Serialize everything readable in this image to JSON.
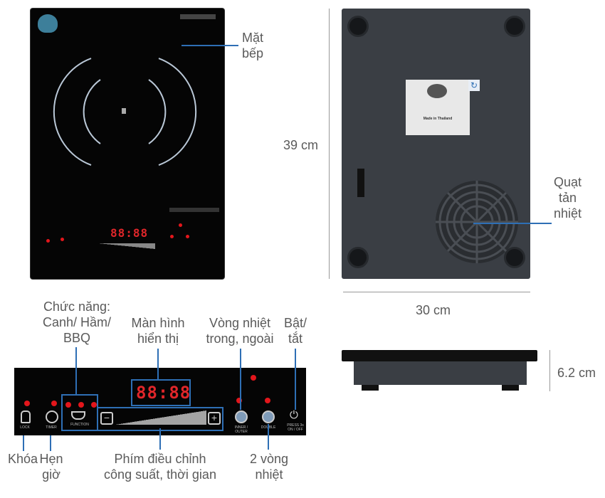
{
  "labels": {
    "cooktop": "Mặt\nbếp",
    "fan": "Quạt\ntản\nnhiệt",
    "function": "Chức năng:\nCanh/ Hầm/\nBBQ",
    "display": "Màn hình\nhiển thị",
    "rings": "Vòng nhiệt\ntrong, ngoài",
    "power": "Bật/\ntắt",
    "lock": "Khóa",
    "timer": "Hẹn\ngiờ",
    "slider": "Phím điều chỉnh\ncông suất, thời gian",
    "double": "2 vòng\nnhiệt"
  },
  "dimensions": {
    "height": "39 cm",
    "width": "30 cm",
    "depth": "6.2 cm"
  },
  "display_value": "88:88",
  "panel_buttons": {
    "lock": "LOCK",
    "timer": "TIMER",
    "function": "FUNCTION",
    "inner_outer": "INNER / OUTER",
    "double": "DOUBLE",
    "power": "PRESS 3s\nON / OFF"
  },
  "bottom_label": "Made in Thailand",
  "colors": {
    "callout": "#2e6fb5",
    "led": "#e3161b",
    "glass": "#050505",
    "base": "#3a3e44"
  }
}
